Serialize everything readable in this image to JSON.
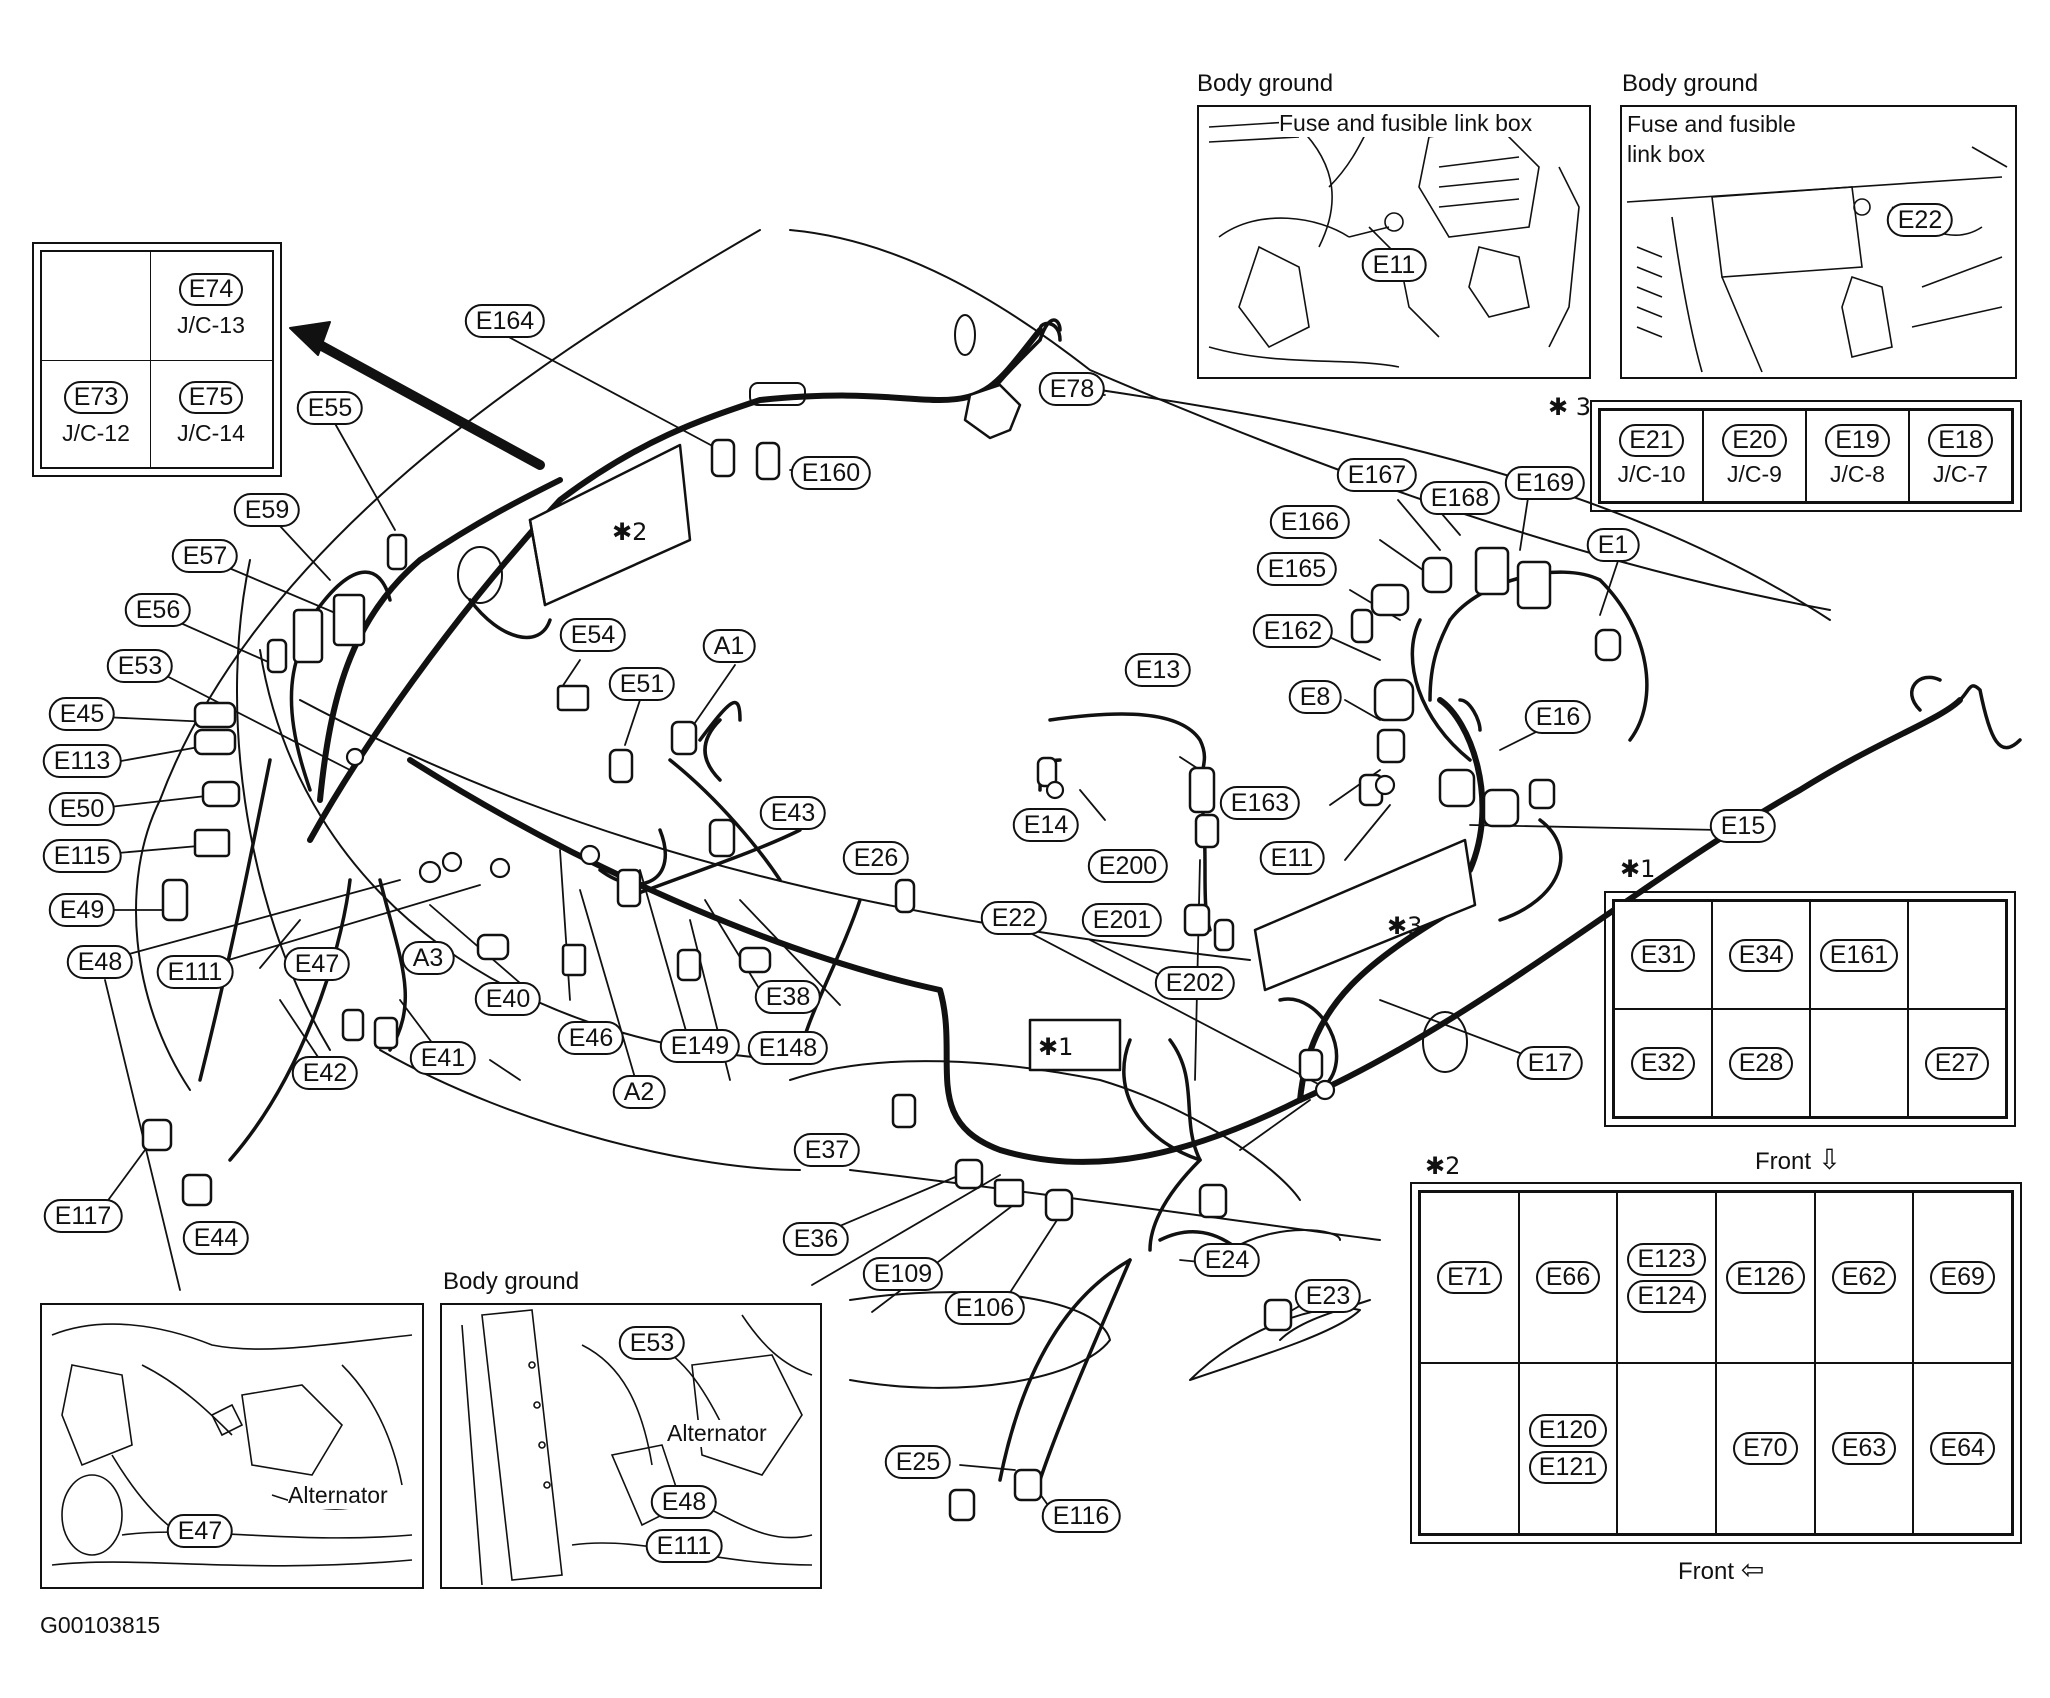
{
  "figure_code": "G00103815",
  "connectors": {
    "E164": "E164",
    "E160": "E160",
    "E78": "E78",
    "E55": "E55",
    "E59": "E59",
    "E57": "E57",
    "E56": "E56",
    "E53": "E53",
    "E45": "E45",
    "E113": "E113",
    "E50": "E50",
    "E115": "E115",
    "E49": "E49",
    "E48": "E48",
    "E111": "E111",
    "E47": "E47",
    "A3": "A3",
    "E41": "E41",
    "E42": "E42",
    "E117": "E117",
    "E44": "E44",
    "E54": "E54",
    "E51": "E51",
    "A1": "A1",
    "E43": "E43",
    "E26": "E26",
    "E40": "E40",
    "E46": "E46",
    "E149": "E149",
    "E148": "E148",
    "E38": "E38",
    "A2": "A2",
    "E22": "E22",
    "E202": "E202",
    "E201": "E201",
    "E200": "E200",
    "E14": "E14",
    "E13": "E13",
    "E163": "E163",
    "E11": "E11",
    "E8": "E8",
    "E162": "E162",
    "E165": "E165",
    "E166": "E166",
    "E167": "E167",
    "E168": "E168",
    "E169": "E169",
    "E1": "E1",
    "E16": "E16",
    "E15": "E15",
    "E17": "E17",
    "E37": "E37",
    "E36": "E36",
    "E109": "E109",
    "E106": "E106",
    "E24": "E24",
    "E23": "E23",
    "E25": "E25",
    "E116": "E116"
  },
  "markers": {
    "m1": "1",
    "m2": "2",
    "m3": "3"
  },
  "top_left_box": {
    "E74": "E74",
    "E74_jc": "J/C-13",
    "E73": "E73",
    "E73_jc": "J/C-12",
    "E75": "E75",
    "E75_jc": "J/C-14"
  },
  "inset_top_mid": {
    "title": "Body ground",
    "caption": "Fuse and fusible link box",
    "label": "E11"
  },
  "inset_top_right": {
    "title": "Body ground",
    "caption_line1": "Fuse and fusible",
    "caption_line2": "link box",
    "label": "E22"
  },
  "inset_bottom_left": {
    "label": "E47",
    "caption": "Alternator"
  },
  "inset_bottom_mid": {
    "title": "Body ground",
    "label_top": "E53",
    "caption": "Alternator",
    "label_b1": "E48",
    "label_b2": "E111"
  },
  "box3": {
    "heading": "3",
    "cells": [
      {
        "e": "E21",
        "jc": "J/C-10"
      },
      {
        "e": "E20",
        "jc": "J/C-9"
      },
      {
        "e": "E19",
        "jc": "J/C-8"
      },
      {
        "e": "E18",
        "jc": "J/C-7"
      }
    ]
  },
  "box1": {
    "heading": "1",
    "row1": [
      "E31",
      "E34",
      "E161",
      ""
    ],
    "row2": [
      "E32",
      "E28",
      "",
      "E27"
    ],
    "front": "Front"
  },
  "box2": {
    "heading": "2",
    "r1": [
      "E71",
      "E66",
      "E123",
      "E124",
      "E126",
      "E62",
      "E69"
    ],
    "r2": [
      "E120",
      "E121",
      "E70",
      "E63",
      "E64"
    ],
    "front": "Front"
  }
}
